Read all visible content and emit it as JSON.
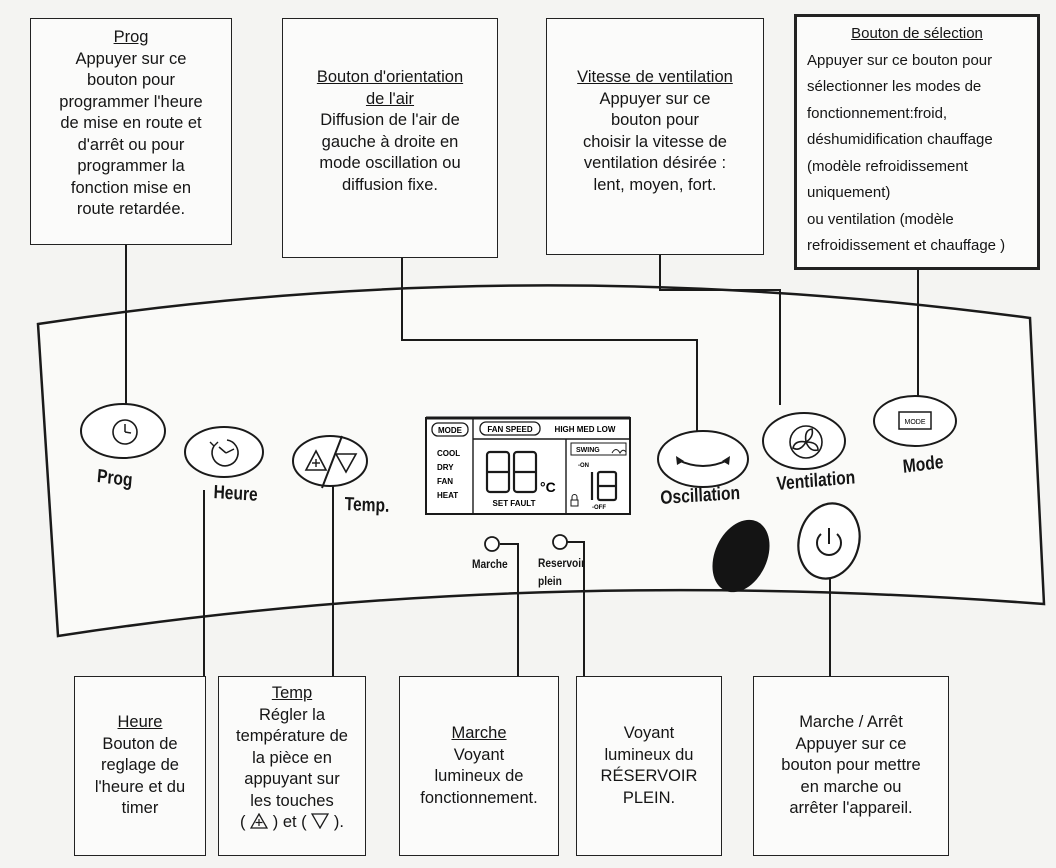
{
  "boxes": {
    "prog": {
      "title": "Prog",
      "lines": [
        "Appuyer sur ce",
        "bouton pour",
        "programmer l'heure",
        "de mise en route et",
        "d'arrêt ou pour",
        "programmer la",
        "fonction mise en",
        "route retardée."
      ]
    },
    "orientation": {
      "title_lines": [
        "Bouton d'orientation",
        "de l'air"
      ],
      "lines": [
        "Diffusion de l'air de",
        "gauche à droite en",
        "mode oscillation ou",
        "diffusion fixe."
      ]
    },
    "ventilation": {
      "title": "Vitesse de ventilation",
      "lines": [
        "Appuyer sur ce",
        "bouton pour",
        "choisir la vitesse de",
        "ventilation désirée :",
        "lent, moyen, fort."
      ]
    },
    "selection": {
      "title": "Bouton de sélection",
      "lines": [
        "Appuyer sur ce bouton pour",
        "sélectionner les modes de",
        "fonctionnement:froid,",
        "déshumidification chauffage",
        "(modèle refroidissement",
        "uniquement)",
        "ou ventilation (modèle",
        "refroidissement et chauffage )"
      ]
    },
    "heure": {
      "title": "Heure",
      "lines": [
        "Bouton de",
        "reglage de",
        "l'heure et du",
        "timer"
      ]
    },
    "temp": {
      "title": "Temp",
      "lines": [
        "Régler la",
        "température de",
        "la pièce en",
        "appuyant sur",
        "les touches"
      ],
      "last_mid": "et"
    },
    "marche": {
      "title": "Marche",
      "lines": [
        "Voyant",
        "lumineux de",
        "fonctionnement."
      ]
    },
    "reservoir": {
      "lines": [
        "Voyant",
        "lumineux du",
        "RÉSERVOIR",
        "PLEIN."
      ]
    },
    "power": {
      "lines": [
        "Marche / Arrêt",
        "Appuyer sur ce",
        "bouton pour mettre",
        "en marche ou",
        "arrêter l'appareil."
      ]
    }
  },
  "panel": {
    "labels": {
      "prog": "Prog",
      "heure": "Heure",
      "temp": "Temp.",
      "oscillation": "Oscillation",
      "ventilation": "Ventilation",
      "mode": "Mode",
      "marche": "Marche",
      "reservoir_1": "Reservoir",
      "reservoir_2": "plein"
    },
    "lcd": {
      "mode_badge": "MODE",
      "fan_speed_badge": "FAN SPEED",
      "speeds": "HIGH MED LOW",
      "modes": [
        "COOL",
        "DRY",
        "FAN",
        "HEAT"
      ],
      "digits": "88",
      "unit": "°C",
      "set_fault": "SET FAULT",
      "swing": "SWING",
      "timer_digits": "18",
      "on_label": "-ON",
      "off_label": "-OFF"
    },
    "mode_button_text": "MODE"
  }
}
